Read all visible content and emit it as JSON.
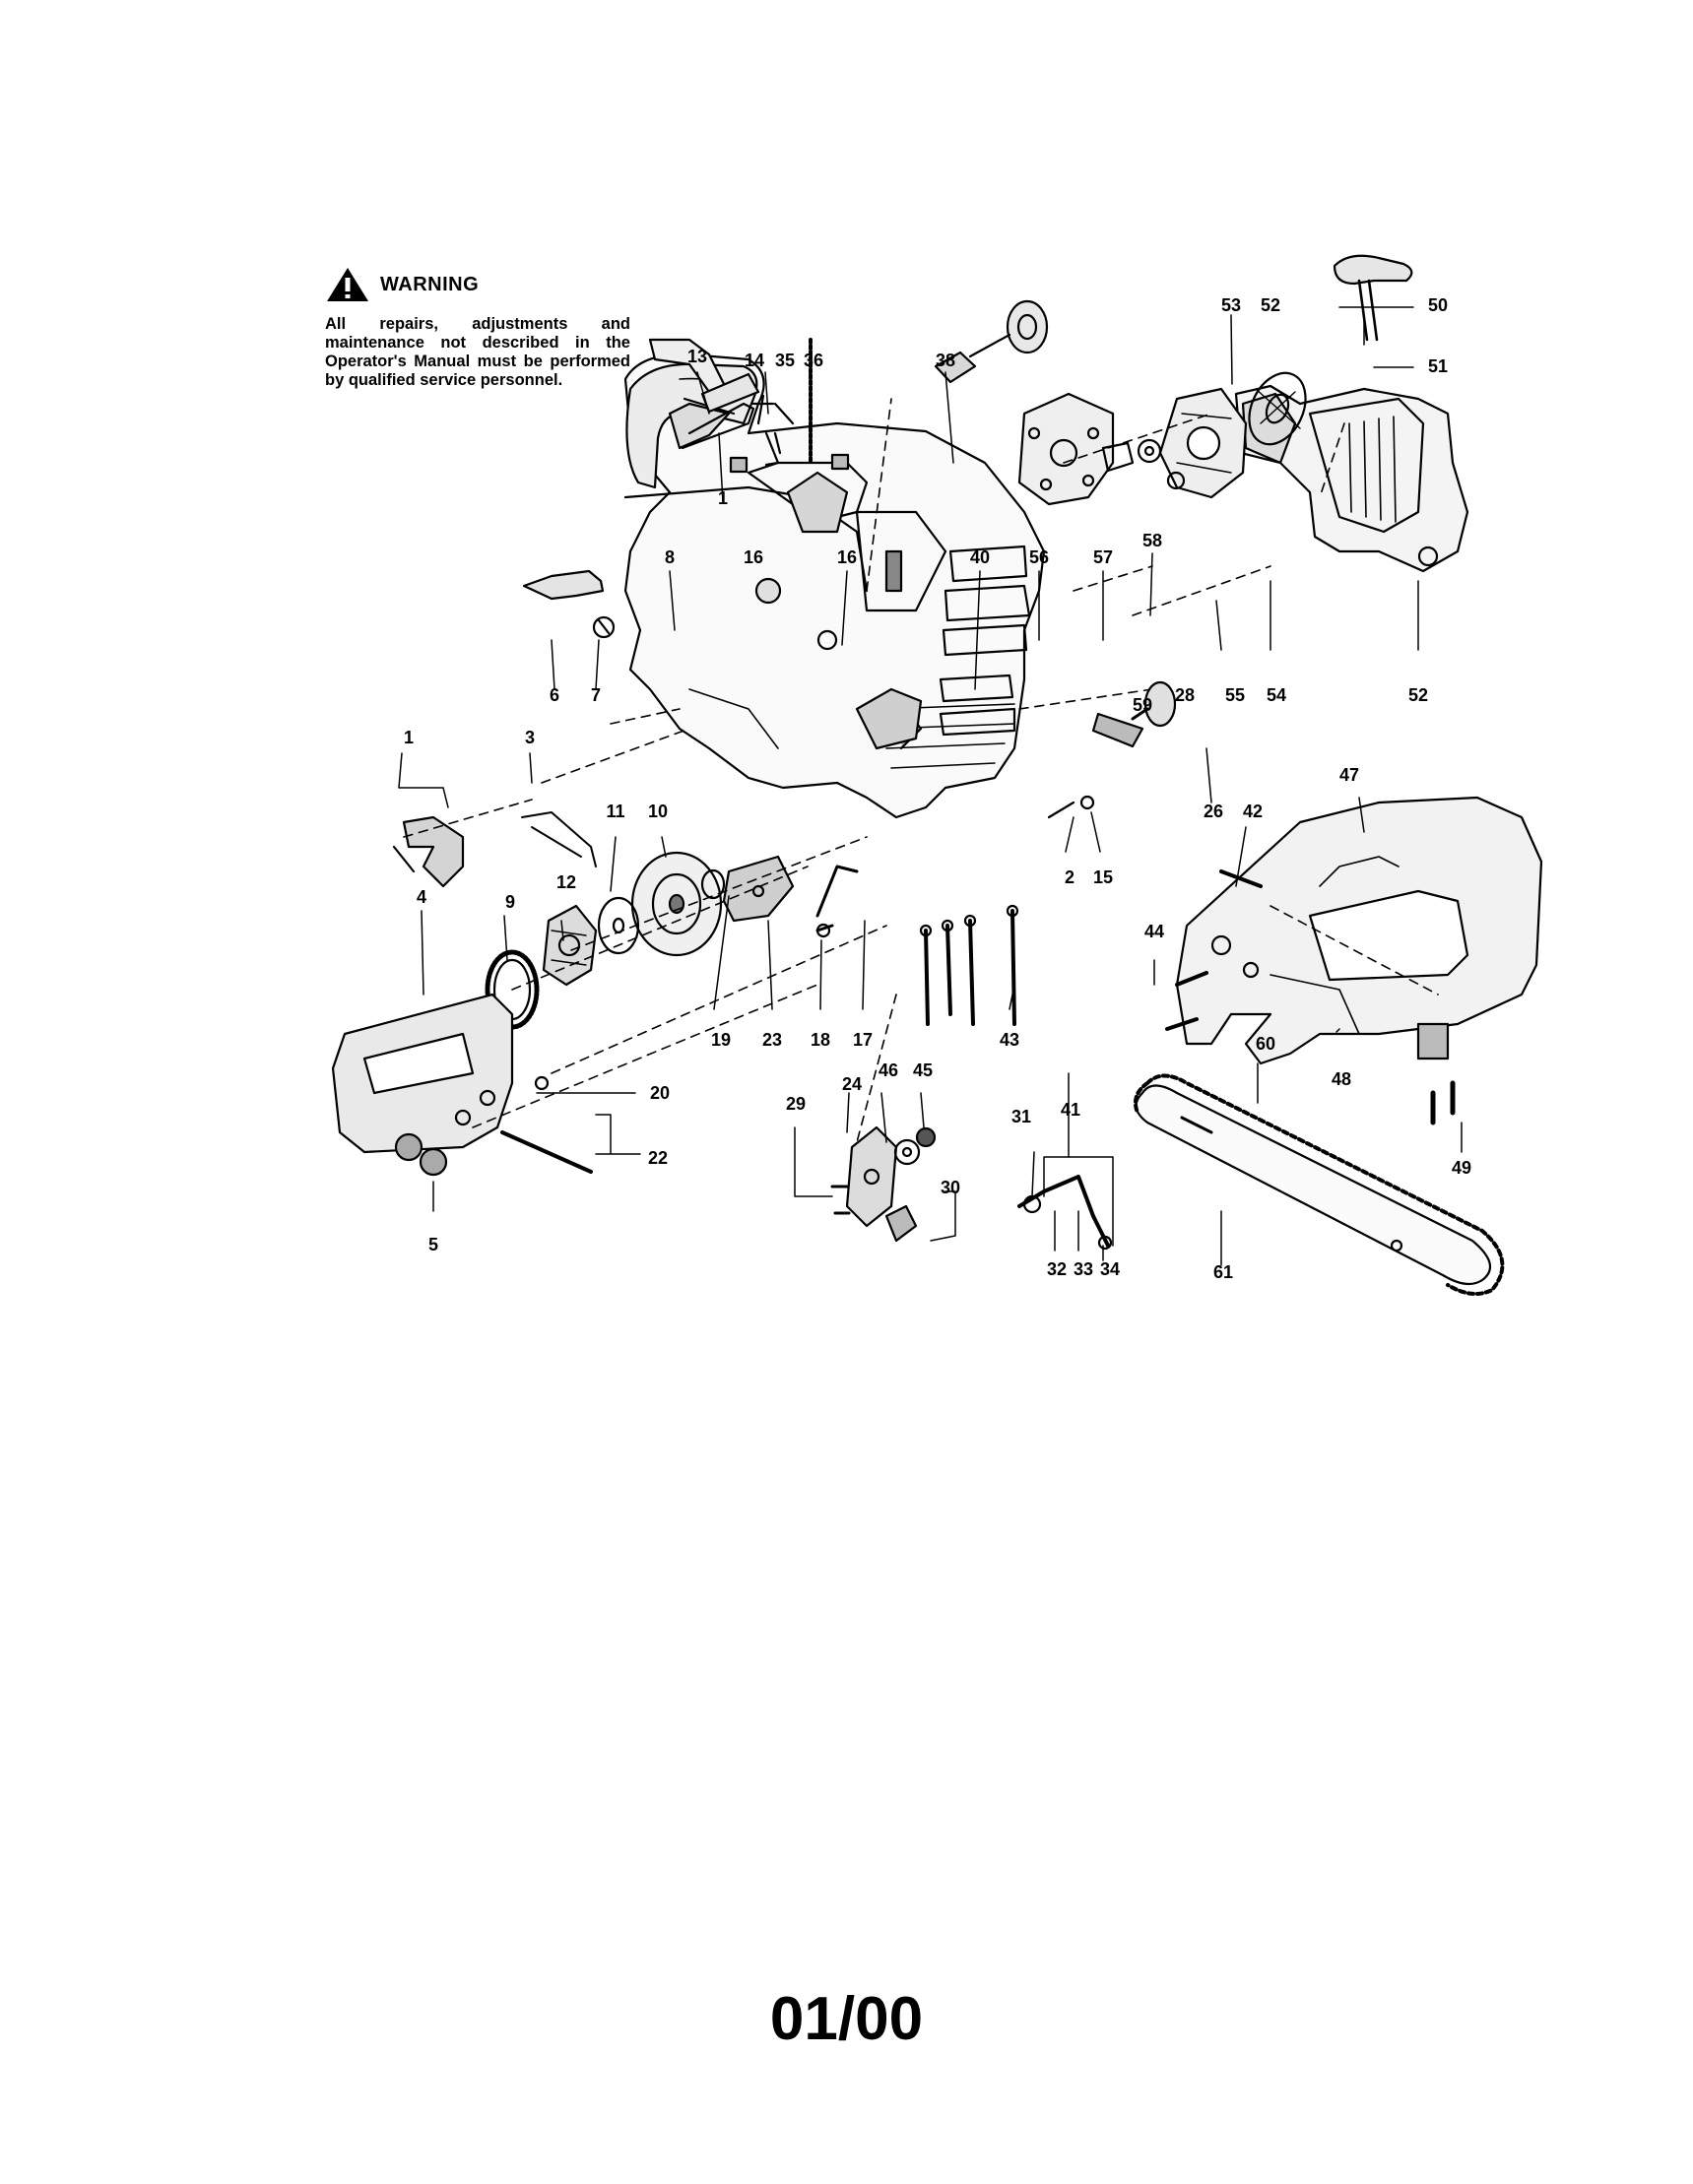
{
  "warning": {
    "icon": "warning-triangle-icon",
    "title": "WARNING",
    "text": "All repairs, adjustments and maintenance not described in the Operator's Manual must be performed by qualified service personnel."
  },
  "footer": {
    "date_code": "01/00"
  },
  "part_labels": [
    {
      "id": "13",
      "text": "13"
    },
    {
      "id": "14",
      "text": "14"
    },
    {
      "id": "35",
      "text": "35"
    },
    {
      "id": "36",
      "text": "36"
    },
    {
      "id": "38",
      "text": "38"
    },
    {
      "id": "53",
      "text": "53"
    },
    {
      "id": "52a",
      "text": "52"
    },
    {
      "id": "50",
      "text": "50"
    },
    {
      "id": "51",
      "text": "51"
    },
    {
      "id": "1a",
      "text": "1"
    },
    {
      "id": "8",
      "text": "8"
    },
    {
      "id": "16a",
      "text": "16"
    },
    {
      "id": "16b",
      "text": "16"
    },
    {
      "id": "40",
      "text": "40"
    },
    {
      "id": "56",
      "text": "56"
    },
    {
      "id": "57",
      "text": "57"
    },
    {
      "id": "58",
      "text": "58"
    },
    {
      "id": "6",
      "text": "6"
    },
    {
      "id": "7",
      "text": "7"
    },
    {
      "id": "59",
      "text": "59"
    },
    {
      "id": "28",
      "text": "28"
    },
    {
      "id": "55",
      "text": "55"
    },
    {
      "id": "54",
      "text": "54"
    },
    {
      "id": "52b",
      "text": "52"
    },
    {
      "id": "1b",
      "text": "1"
    },
    {
      "id": "3",
      "text": "3"
    },
    {
      "id": "11",
      "text": "11"
    },
    {
      "id": "10",
      "text": "10"
    },
    {
      "id": "26",
      "text": "26"
    },
    {
      "id": "42",
      "text": "42"
    },
    {
      "id": "47",
      "text": "47"
    },
    {
      "id": "2",
      "text": "2"
    },
    {
      "id": "15",
      "text": "15"
    },
    {
      "id": "4",
      "text": "4"
    },
    {
      "id": "9",
      "text": "9"
    },
    {
      "id": "12",
      "text": "12"
    },
    {
      "id": "44",
      "text": "44"
    },
    {
      "id": "19",
      "text": "19"
    },
    {
      "id": "23",
      "text": "23"
    },
    {
      "id": "18",
      "text": "18"
    },
    {
      "id": "17",
      "text": "17"
    },
    {
      "id": "43",
      "text": "43"
    },
    {
      "id": "60",
      "text": "60"
    },
    {
      "id": "48",
      "text": "48"
    },
    {
      "id": "20",
      "text": "20"
    },
    {
      "id": "46",
      "text": "46"
    },
    {
      "id": "45",
      "text": "45"
    },
    {
      "id": "24",
      "text": "24"
    },
    {
      "id": "29",
      "text": "29"
    },
    {
      "id": "31",
      "text": "31"
    },
    {
      "id": "41",
      "text": "41"
    },
    {
      "id": "22",
      "text": "22"
    },
    {
      "id": "30",
      "text": "30"
    },
    {
      "id": "49",
      "text": "49"
    },
    {
      "id": "5",
      "text": "5"
    },
    {
      "id": "32",
      "text": "32"
    },
    {
      "id": "33",
      "text": "33"
    },
    {
      "id": "34",
      "text": "34"
    },
    {
      "id": "61",
      "text": "61"
    }
  ]
}
